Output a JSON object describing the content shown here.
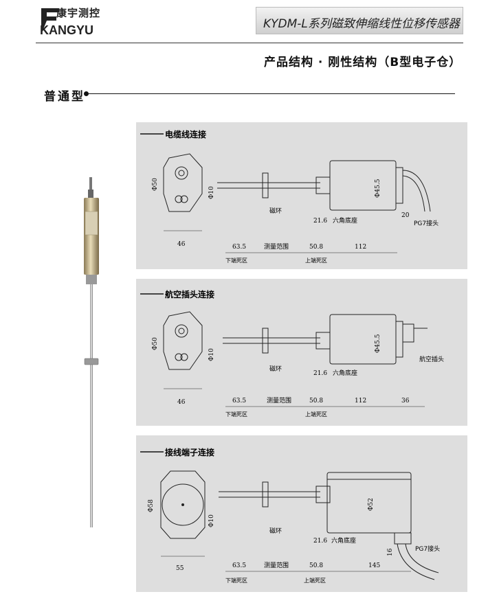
{
  "brand": {
    "cn": "康宇测控",
    "en": "KANGYU"
  },
  "header": {
    "series_title": "KYDM-L系列磁致伸缩线性位移传感器",
    "subtitle": "产品结构 · 刚性结构（B型电子仓）"
  },
  "section": {
    "label": "普通型"
  },
  "panels": [
    {
      "title": "电缆线连接",
      "phi_left": "Φ50",
      "phi_rod": "Φ10",
      "phi_body": "Φ45.5",
      "width_left": "46",
      "dead_low": "63.5",
      "range": "测量范围",
      "dead_high": "50.8",
      "body_len": "112",
      "hex_len": "21.6",
      "label_ring": "磁环",
      "label_hex": "六角底座",
      "label_low": "下端死区",
      "label_high": "上端死区",
      "extra_dim": "20",
      "label_conn": "PG7接头"
    },
    {
      "title": "航空插头连接",
      "phi_left": "Φ50",
      "phi_rod": "Φ10",
      "phi_body": "Φ45.5",
      "width_left": "46",
      "dead_low": "63.5",
      "range": "测量范围",
      "dead_high": "50.8",
      "body_len": "112",
      "hex_len": "21.6",
      "label_ring": "磁环",
      "label_hex": "六角底座",
      "label_low": "下端死区",
      "label_high": "上端死区",
      "extra_dim": "36",
      "label_conn": "航空插头"
    },
    {
      "title": "接线端子连接",
      "phi_left": "Φ58",
      "phi_rod": "Φ10",
      "phi_body": "Φ52",
      "width_left": "55",
      "dead_low": "63.5",
      "range": "测量范围",
      "dead_high": "50.8",
      "body_len": "145",
      "hex_len": "21.6",
      "label_ring": "磁环",
      "label_hex": "六角底座",
      "label_low": "下端死区",
      "label_high": "上端死区",
      "extra_dim": "16",
      "label_conn": "PG7接头"
    }
  ]
}
